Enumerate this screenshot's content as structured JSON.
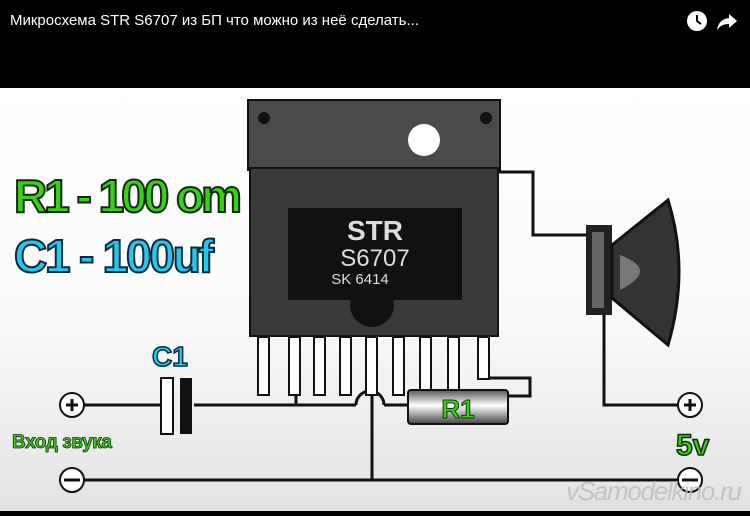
{
  "header": {
    "title": "Микросхема STR S6707 из БП что можно из неё сделать...",
    "watch_later_icon": "clock-icon",
    "share_icon": "share-arrow-icon"
  },
  "video": {
    "r1_spec": "R1 - 100 om",
    "c1_spec": "C1 - 100uf",
    "chip_line1": "STR",
    "chip_line2": "S6707",
    "chip_line3": "SK 6414",
    "c1_label": "C1",
    "r1_label": "R1",
    "input_label": "Вход звука",
    "voltage_label": "5v",
    "plus": "+",
    "watermark": "vSamodelkino.ru",
    "colors": {
      "green": "#3ccf1a",
      "cyan": "#22c8f0",
      "chip": "#3a3a3a"
    }
  }
}
